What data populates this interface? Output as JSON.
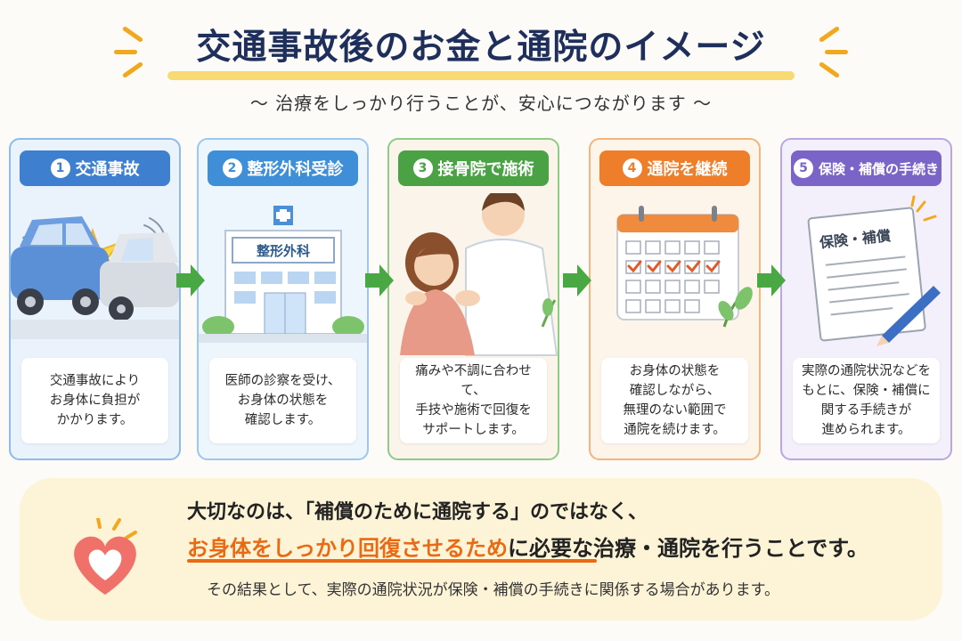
{
  "title": "交通事故後のお金と通院のイメージ",
  "subtitle": "〜 治療をしっかり行うことが、安心につながります 〜",
  "steps": [
    {
      "num": "1",
      "label": "交通事故",
      "desc": "交通事故により\nお身体に負担が\nかかります。",
      "color": "#3e7fcf",
      "bg": "#eaf3fc",
      "border": "#8fbbe9"
    },
    {
      "num": "2",
      "label": "整形外科受診",
      "desc": "医師の診察を受け、\nお身体の状態を\n確認します。",
      "color": "#3e8fd8",
      "bg": "#eef6fd",
      "border": "#9ec7ef",
      "sign": "整形外科"
    },
    {
      "num": "3",
      "label": "接骨院で施術",
      "desc": "痛みや不調に合わせて、\n手技や施術で回復を\nサポートします。",
      "color": "#4aa245",
      "bg": "#fbf4ea",
      "border": "#8fcb87"
    },
    {
      "num": "4",
      "label": "通院を継続",
      "desc": "お身体の状態を\n確認しながら、\n無理のない範囲で\n通院を続けます。",
      "color": "#ee7e2a",
      "bg": "#fdf4ea",
      "border": "#f3b57d"
    },
    {
      "num": "5",
      "label": "保険・補償の手続き",
      "desc": "実際の通院状況などを\nもとに、保険・補償に\n関する手続きが\n進められます。",
      "color": "#7b64c8",
      "bg": "#f3f0fb",
      "border": "#b7a8e4",
      "doc": "保険・補償"
    }
  ],
  "message": {
    "line1": "大切なのは、「補償のために通院する」のではなく、",
    "emphasis": "お身体をしっかり回復させるため",
    "line2_rest": "に必要な治療・通院を行うことです。",
    "line3": "その結果として、実際の通院状況が保険・補償の手続きに関係する場合があります。"
  },
  "accent": {
    "arrow": "#49a844",
    "burst": "#f2a81d",
    "heart": "#f0706a"
  }
}
